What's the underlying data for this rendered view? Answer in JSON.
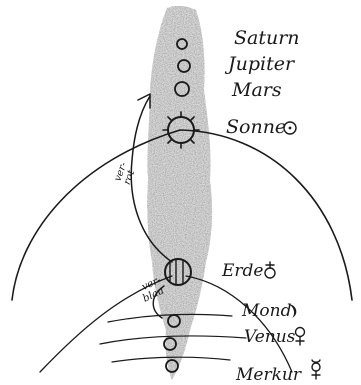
{
  "labels": {
    "saturn": "Saturn",
    "jupiter": "Jupiter",
    "mars": "Mars",
    "sonne": "Sonne",
    "erde": "Erde",
    "mond": "Mond",
    "venus": "Venus",
    "merkur": "Merkur",
    "rot_line1": "ver-",
    "rot_line2": "rot",
    "blau_line1": "ver-",
    "blau_line2": "blau"
  },
  "colors": {
    "ink": "#1a1a1a",
    "shading": "#6f6f6f"
  }
}
